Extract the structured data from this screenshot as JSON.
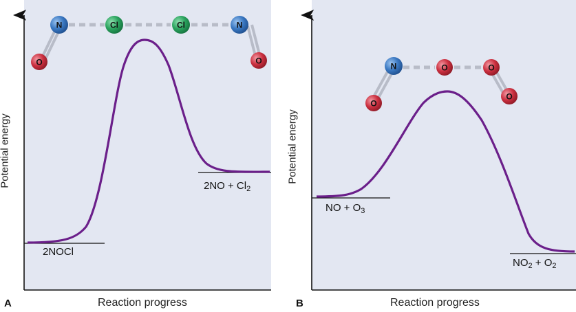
{
  "panels": [
    {
      "letter": "A",
      "x_label": "Reaction progress",
      "y_label": "Potential energy",
      "reactants": "2NOCl",
      "products": {
        "text": "2NO + Cl",
        "sub": "2"
      },
      "molecule": [
        "N",
        "Cl",
        "Cl",
        "N",
        "O",
        "O"
      ]
    },
    {
      "letter": "B",
      "x_label": "Reaction progress",
      "y_label": "Potential energy",
      "reactants": {
        "text": "NO + O",
        "sub": "3"
      },
      "products": {
        "text": "NO",
        "sub": "2",
        "text2": " + O",
        "sub2": "2"
      },
      "molecule": [
        "N",
        "O",
        "O",
        "O",
        "O"
      ]
    }
  ],
  "colors": {
    "curve": "#6b1f8a",
    "nitrogen": "#3a78c2",
    "chlorine": "#2aa35e",
    "oxygen": "#cc3040",
    "bond": "#b8bcc8"
  }
}
